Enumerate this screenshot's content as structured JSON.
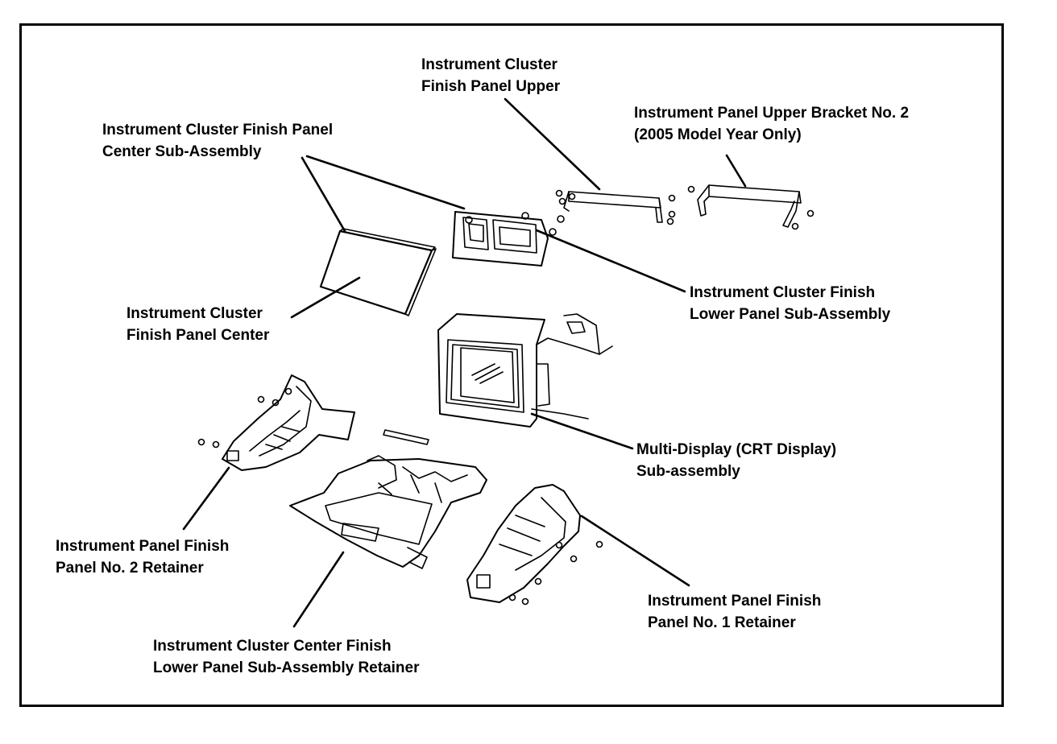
{
  "labels": {
    "finish_panel_upper": [
      "Instrument Cluster",
      "Finish Panel Upper"
    ],
    "upper_bracket": [
      "Instrument Panel Upper Bracket No. 2",
      "(2005 Model Year Only)"
    ],
    "center_sub_assembly": [
      "Instrument Cluster Finish Panel",
      "Center Sub-Assembly"
    ],
    "lower_panel_sub_assembly": [
      "Instrument Cluster Finish",
      "Lower Panel Sub-Assembly"
    ],
    "finish_panel_center": [
      "Instrument Cluster",
      "Finish Panel Center"
    ],
    "multi_display": [
      "Multi-Display (CRT Display)",
      "Sub-assembly"
    ],
    "no2_retainer": [
      "Instrument Panel Finish",
      "Panel No. 2 Retainer"
    ],
    "no1_retainer": [
      "Instrument Panel Finish",
      "Panel No. 1 Retainer"
    ],
    "center_lower_retainer": [
      "Instrument Cluster Center Finish",
      "Lower Panel Sub-Assembly Retainer"
    ]
  },
  "colors": {
    "ink": "#000000",
    "paper": "#ffffff"
  }
}
